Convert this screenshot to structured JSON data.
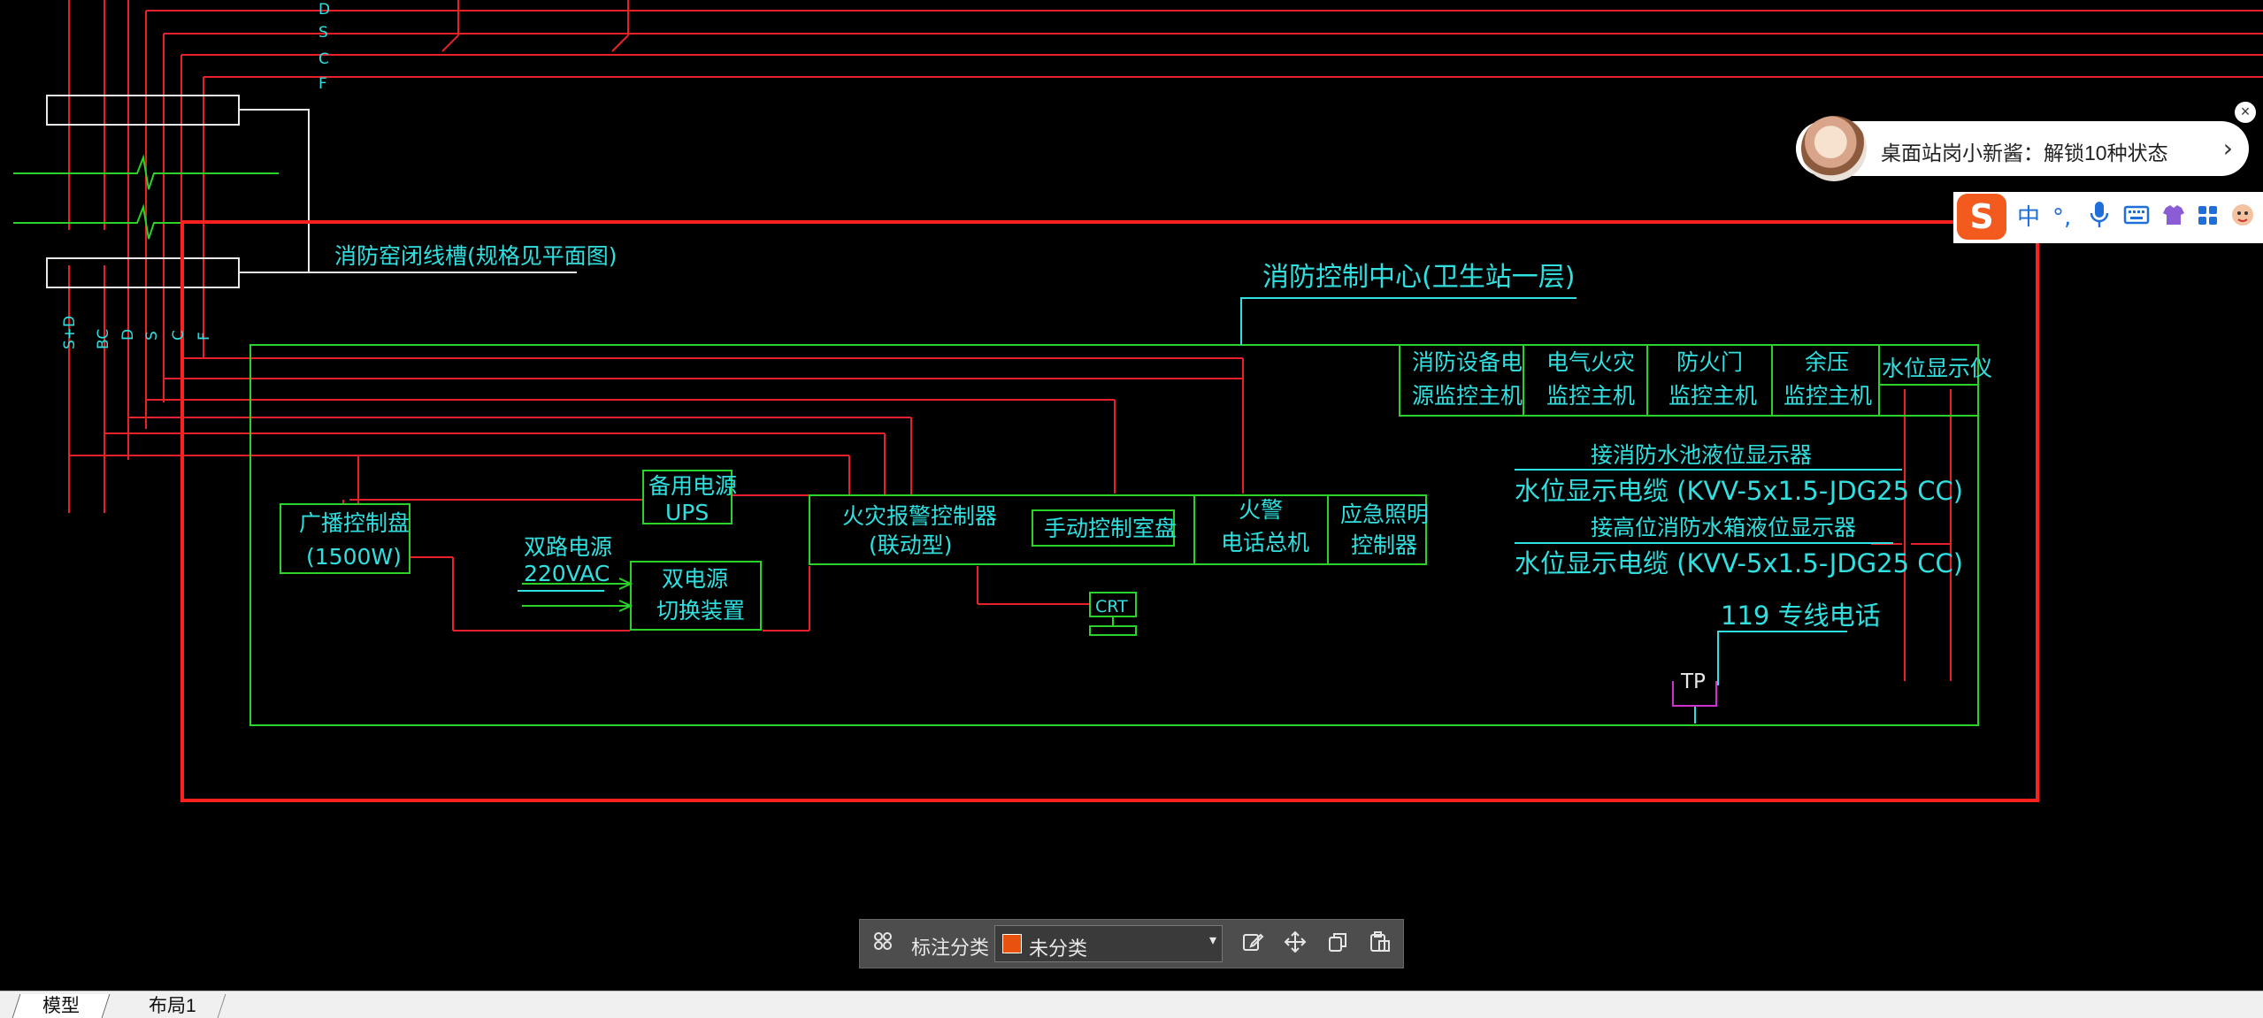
{
  "drawing": {
    "trunk_labels_top": [
      "D",
      "S",
      "C",
      "F"
    ],
    "trunk_labels_left": [
      "S+D",
      "BC",
      "D",
      "S",
      "C",
      "F"
    ],
    "trough_label": "消防窑闭线槽(规格见平面图)",
    "center_title": "消防控制中心(卫生站一层)",
    "broadcast_line1": "广播控制盘",
    "broadcast_line2": "(1500W)",
    "ups_line1": "备用电源",
    "ups_line2": "UPS",
    "dual_power_line1": "双路电源",
    "dual_power_line2": "220VAC",
    "switch_line1": "双电源",
    "switch_line2": "切换装置",
    "fire_ctrl_line1": "火灾报警控制器",
    "fire_ctrl_line2": "(联动型)",
    "manual_panel": "手动控制室盘",
    "phone_line1": "火警",
    "phone_line2": "电话总机",
    "emergency_line1": "应急照明",
    "emergency_line2": "控制器",
    "crt": "CRT",
    "power_mon_line1": "消防设备电",
    "power_mon_line2": "源监控主机",
    "elec_fire_line1": "电气火灾",
    "elec_fire_line2": "监控主机",
    "fire_door_line1": "防火门",
    "fire_door_line2": "监控主机",
    "pressure_line1": "余压",
    "pressure_line2": "监控主机",
    "level_display": "水位显示仪",
    "pool_note": "接消防水池液位显示器",
    "cable1": "水位显示电缆 (KVV-5x1.5-JDG25 CC)",
    "tank_note": "接高位消防水箱液位显示器",
    "cable2": "水位显示电缆 (KVV-5x1.5-JDG25 CC)",
    "hotline": "119 专线电话",
    "tp": "TP"
  },
  "notification": {
    "text": "桌面站岗小新酱：解锁10种状态",
    "chevron": "›",
    "close": "×"
  },
  "ime": {
    "logo": "S",
    "mode": "中",
    "punct": "°,",
    "mic_icon": "microphone-icon",
    "keyboard_icon": "keyboard-icon",
    "skin_icon": "shirt-icon",
    "apps_icon": "apps-grid-icon"
  },
  "toolbar": {
    "label": "标注分类",
    "category": "未分类",
    "category_color": "#e8520e",
    "icons": [
      "category-grid-icon",
      "edit-icon",
      "move-icon",
      "copy-icon",
      "paste-icon"
    ]
  },
  "tabs": [
    {
      "label": "模型",
      "active": true
    },
    {
      "label": "布局1",
      "active": false
    }
  ],
  "colors": {
    "background": "#000000",
    "red_line": "#e8202a",
    "green_line": "#2ad22a",
    "cyan_text": "#30e0e0",
    "selection_box": "#ff2020"
  }
}
